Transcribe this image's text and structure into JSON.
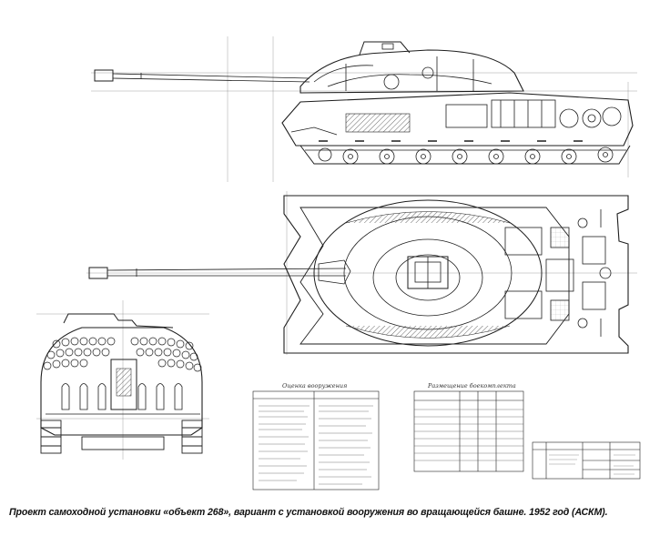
{
  "caption": "Проект самоходной установки «объект 268», вариант с установкой вооружения во вращающейся башне. 1952 год (АСКМ).",
  "colors": {
    "ink": "#1e1e1e",
    "paper": "#ffffff",
    "caption": "#111111"
  },
  "drawing": {
    "views": [
      "side-view",
      "top-view",
      "front-section-view"
    ]
  }
}
